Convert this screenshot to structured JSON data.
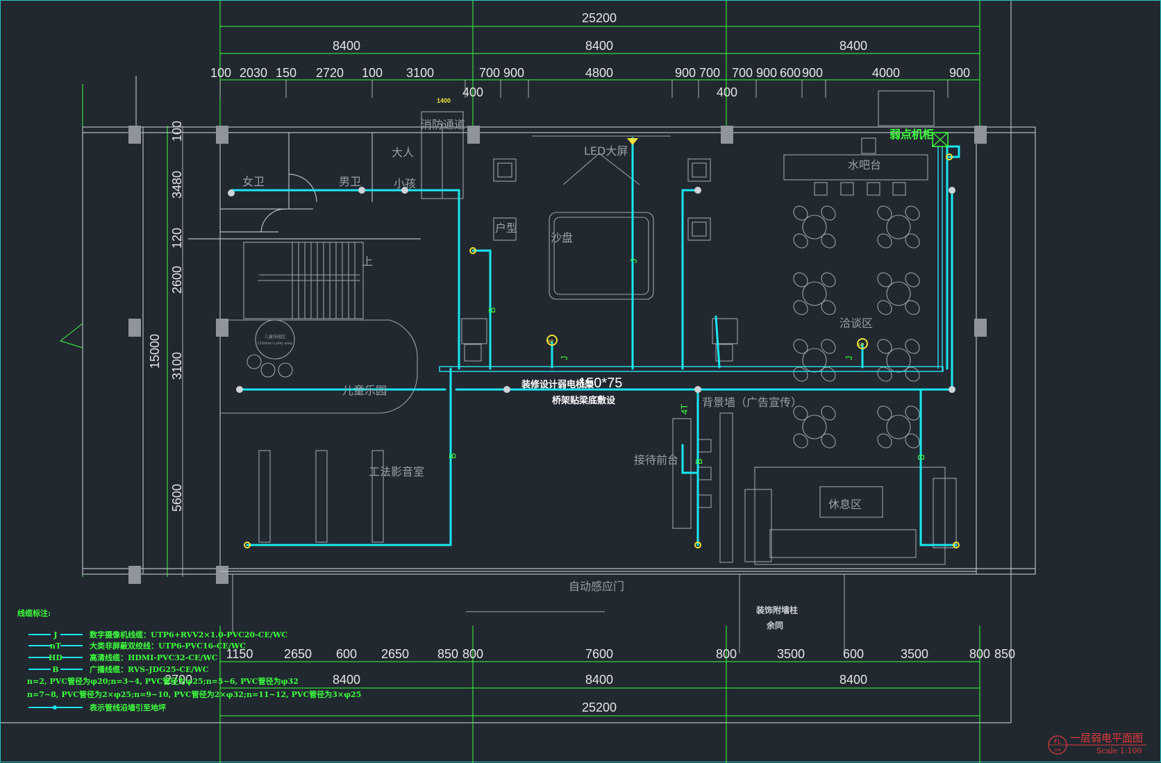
{
  "plan": {
    "top_dims": {
      "total": "25200",
      "bays": [
        "8400",
        "8400",
        "8400"
      ],
      "segments": [
        "100",
        "2030",
        "150",
        "2720",
        "100",
        "3100",
        "700",
        "900",
        "4800",
        "900",
        "700",
        "700",
        "900",
        "600",
        "900",
        "4000",
        "900"
      ],
      "sub": [
        "400",
        "400"
      ]
    },
    "bottom_dims": {
      "segments": [
        "1150",
        "2650",
        "600",
        "2650",
        "850",
        "800",
        "7600",
        "800",
        "3500",
        "600",
        "3500",
        "800",
        "850"
      ],
      "bays": [
        "8400",
        "8400",
        "8400"
      ],
      "total": "25200",
      "extra": "2700"
    },
    "left_dims": {
      "total": "15000",
      "segments": [
        "100",
        "3480",
        "120",
        "2600",
        "3100",
        "5600"
      ]
    },
    "rooms": {
      "female_wc": "女卫",
      "male_wc": "男卫",
      "adult": "大人",
      "child": "小孩",
      "fire_passage": "消防通道",
      "fire_passage_dim": "1400",
      "up": "上",
      "led": "LED大屏",
      "sandtable": "沙盘",
      "unit_type": "户型",
      "water_bar": "水吧台",
      "negotiation": "洽谈区",
      "kids_park": "儿童乐园",
      "theater": "工法影音室",
      "reception": "接待前台",
      "background_wall": "背景墙（广告宣传）",
      "lounge": "休息区",
      "auto_door": "自动感应门",
      "weak_cabinet": "弱点机柜",
      "deco_column_1": "装饰附墙柱",
      "deco_column_2": "余同",
      "kids_logo_1": "儿童乐园区",
      "kids_logo_2": "Children's play area"
    },
    "tray": {
      "label": "装修设计弱电桥架",
      "size": "150*75",
      "note": "桥架贴梁底敷设"
    },
    "cable_tags": {
      "j": "J",
      "b": "B",
      "ap": "AP",
      "tv": "4T"
    },
    "legend": {
      "title": "线缆标注:",
      "items": [
        {
          "code": "J",
          "text": "数字摄像机线缆：UTP6+RVV2×1.0-PVC20-CE/WC"
        },
        {
          "code": "nT",
          "text": "大类非屏蔽双绞线：UTP6-PVC16-CE/WC"
        },
        {
          "code": "HD",
          "text": "高清线缆：HDMI-PVC32-CE/WC"
        },
        {
          "code": "B",
          "text": "广播线缆：RVS-JDG25-CE/WC"
        }
      ],
      "note1": "n=2, PVC管径为φ20;n=3~4, PVC管径为φ25;n=5~6, PVC管径为φ32",
      "note2": "n=7~8, PVC管径为2×φ25;n=9~10, PVC管径为2×φ32;n=11~12, PVC管径为3×φ25",
      "note3": "表示管线沿墙引至地坪"
    },
    "titleblock": {
      "badge": "FL",
      "badge_sub": "104",
      "title": "一层弱电平面图",
      "scale": "Scale 1:100"
    }
  },
  "colors": {
    "background": "#212830",
    "cable": "#19e8f0",
    "dimension": "#3cff3c",
    "wall": "#b7bcc2",
    "annotation_yellow": "#f2e13a",
    "title_red": "#e43b3b"
  }
}
